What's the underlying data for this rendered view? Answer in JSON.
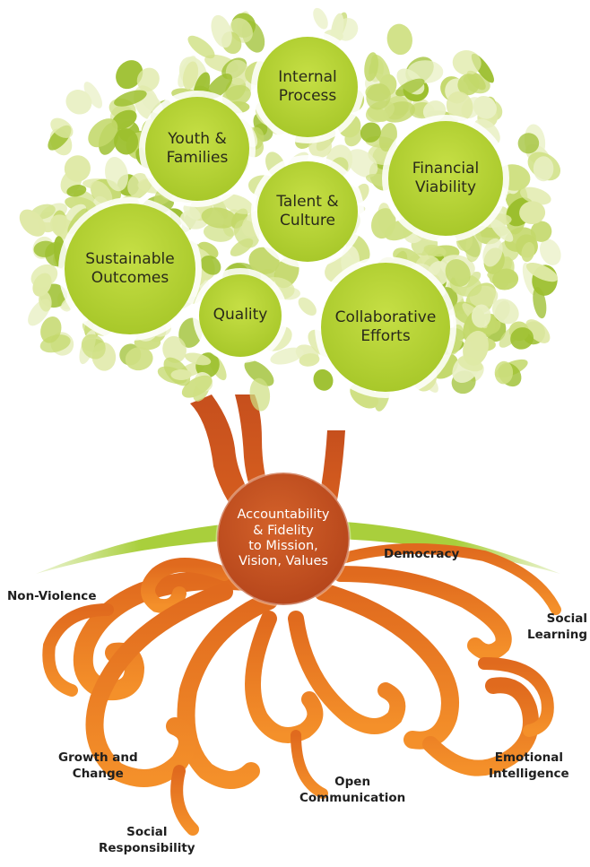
{
  "tree": {
    "canopy_circles": [
      {
        "id": "internal-process",
        "label": "Internal\nProcess"
      },
      {
        "id": "youth-families",
        "label": "Youth &\nFamilies"
      },
      {
        "id": "financial-viability",
        "label": "Financial\nViability"
      },
      {
        "id": "talent-culture",
        "label": "Talent &\nCulture"
      },
      {
        "id": "sustainable-outcomes",
        "label": "Sustainable\nOutcomes"
      },
      {
        "id": "quality",
        "label": "Quality"
      },
      {
        "id": "collaborative-efforts",
        "label": "Collaborative\nEfforts"
      }
    ],
    "center": {
      "label": "Accountability\n& Fidelity\nto Mission,\nVision, Values"
    },
    "roots": [
      {
        "id": "democracy",
        "label": "Democracy"
      },
      {
        "id": "non-violence",
        "label": "Non-Violence"
      },
      {
        "id": "social-learning",
        "label": "Social\nLearning"
      },
      {
        "id": "growth-and-change",
        "label": "Growth and\nChange"
      },
      {
        "id": "emotional-intelligence",
        "label": "Emotional\nIntelligence"
      },
      {
        "id": "open-communication",
        "label": "Open\nCommunication"
      },
      {
        "id": "social-responsibility",
        "label": "Social\nResponsibility"
      }
    ]
  },
  "colors": {
    "leaf_light": "#dfe9a6",
    "leaf_mid": "#c3d86a",
    "leaf_dark": "#9cbf2e",
    "circle_fill": "#b8d432",
    "trunk": "#c9501c",
    "root": "#ef7a22",
    "center_fill": "#c4501e",
    "ground": "#a9cf3c"
  }
}
